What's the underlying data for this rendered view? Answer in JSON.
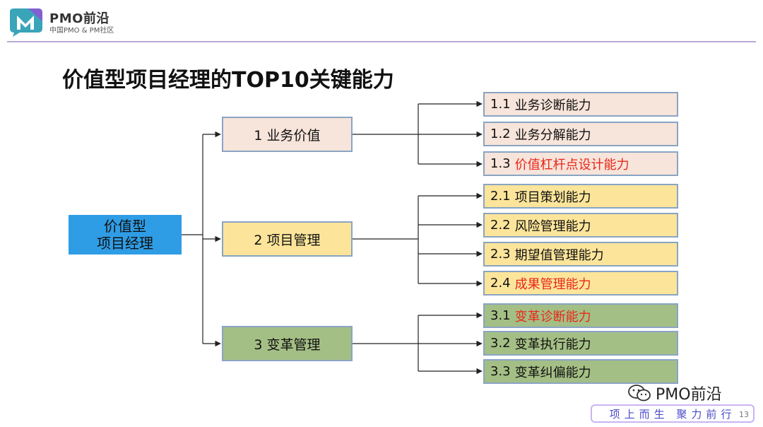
{
  "brand": {
    "name": "PMO前沿",
    "subtitle": "中国PMO & PM社区"
  },
  "title": "价值型项目经理的TOP10关键能力",
  "root": {
    "line1": "价值型",
    "line2": "项目经理"
  },
  "branches": [
    {
      "label": "1 业务价值",
      "items": [
        {
          "num": "1.1",
          "text": "业务诊断能力",
          "highlight": false
        },
        {
          "num": "1.2",
          "text": "业务分解能力",
          "highlight": false
        },
        {
          "num": "1.3",
          "text": "价值杠杆点设计能力",
          "highlight": true
        }
      ]
    },
    {
      "label": "2 项目管理",
      "items": [
        {
          "num": "2.1",
          "text": "项目策划能力",
          "highlight": false
        },
        {
          "num": "2.2",
          "text": "风险管理能力",
          "highlight": false
        },
        {
          "num": "2.3",
          "text": "期望值管理能力",
          "highlight": false
        },
        {
          "num": "2.4",
          "text": "成果管理能力",
          "highlight": true
        }
      ]
    },
    {
      "label": "3 变革管理",
      "items": [
        {
          "num": "3.1",
          "text": "变革诊断能力",
          "highlight": true
        },
        {
          "num": "3.2",
          "text": "变革执行能力",
          "highlight": false
        },
        {
          "num": "3.3",
          "text": "变革纠偏能力",
          "highlight": false
        }
      ]
    }
  ],
  "colors": {
    "pink": "#f7e4da",
    "yellow": "#fce59a",
    "green": "#a4bf85",
    "root": "#2f9de6",
    "highlight": "#e8271a"
  },
  "watermark": {
    "text": "PMO前沿",
    "icon": "wechat-icon"
  },
  "slogan": "项上而生 聚力前行",
  "page_number": "13"
}
